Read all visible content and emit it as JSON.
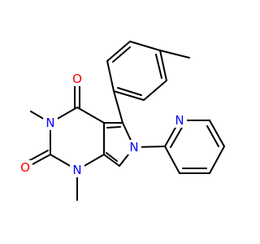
{
  "molecule": {
    "atoms": {
      "o_top": "O",
      "o_left": "O",
      "n_3": "N",
      "n_1": "N",
      "n_6": "N",
      "n_pyridine": "N"
    },
    "colors": {
      "oxygen": "#ff0000",
      "nitrogen": "#0000ff",
      "bond": "#000000"
    }
  }
}
